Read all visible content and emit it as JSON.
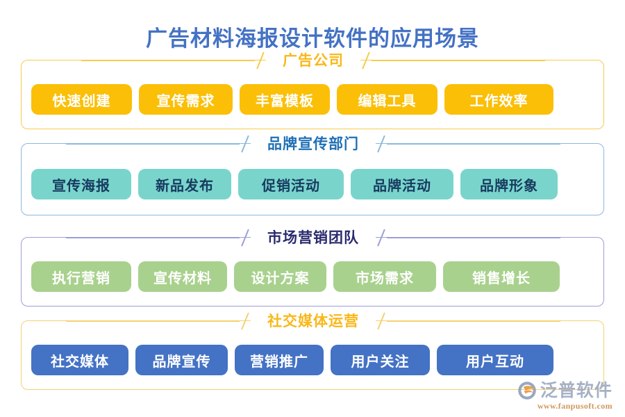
{
  "title": "广告材料海报设计软件的应用场景",
  "theme": {
    "title_color": "#4472C4",
    "yellow": "#FBBF07",
    "teal": "#79D5CC",
    "green": "#A9D18E",
    "blue": "#4472C4"
  },
  "sections": [
    {
      "id": "sec1",
      "header": "广告公司",
      "header_color": "#F9B819",
      "border_color": "#F7CB4D",
      "pill_color": "#FBBF07",
      "items": [
        {
          "label": "快速创建",
          "width": 145
        },
        {
          "label": "宣传需求",
          "width": 135
        },
        {
          "label": "丰富模板",
          "width": 130
        },
        {
          "label": "编辑工具",
          "width": 145
        },
        {
          "label": "工作效率",
          "width": 157
        }
      ]
    },
    {
      "id": "sec2",
      "header": "品牌宣传部门",
      "header_color": "#1F6FB5",
      "border_color": "#8DB8DE",
      "pill_color": "#79D5CC",
      "items": [
        {
          "label": "宣传海报",
          "width": 144
        },
        {
          "label": "新品发布",
          "width": 134
        },
        {
          "label": "促销活动",
          "width": 152
        },
        {
          "label": "品牌活动",
          "width": 148
        },
        {
          "label": "品牌形象",
          "width": 140
        }
      ]
    },
    {
      "id": "sec3",
      "header": "市场营销团队",
      "header_color": "#2A2A6E",
      "border_color": "#9C9FD6",
      "pill_color": "#A9D18E",
      "items": [
        {
          "label": "执行营销",
          "width": 144
        },
        {
          "label": "宣传材料",
          "width": 128
        },
        {
          "label": "设计方案",
          "width": 133
        },
        {
          "label": "市场需求",
          "width": 148
        },
        {
          "label": "销售增长",
          "width": 168
        }
      ]
    },
    {
      "id": "sec4",
      "header": "社交媒体运营",
      "header_color": "#F9B819",
      "border_color": "#F3D272",
      "pill_color": "#4472C4",
      "items": [
        {
          "label": "社交媒体",
          "width": 140
        },
        {
          "label": "品牌宣传",
          "width": 133
        },
        {
          "label": "营销推广",
          "width": 128
        },
        {
          "label": "用户关注",
          "width": 143
        },
        {
          "label": "用户互动",
          "width": 168
        }
      ]
    }
  ],
  "logo": {
    "name": "泛普软件",
    "url": "www.fanpusoft.com"
  }
}
